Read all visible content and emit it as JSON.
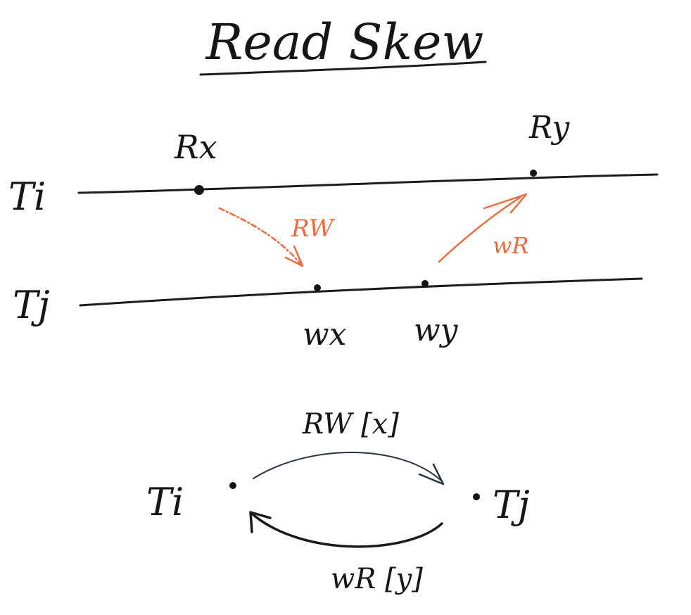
{
  "title": "Read Skew",
  "timeline": {
    "transactions": [
      {
        "label": "Ti"
      },
      {
        "label": "Tj"
      }
    ],
    "operations": [
      {
        "label": "Rx",
        "transaction": "Ti",
        "order": 1
      },
      {
        "label": "Ry",
        "transaction": "Ti",
        "order": 4
      },
      {
        "label": "wx",
        "transaction": "Tj",
        "order": 2
      },
      {
        "label": "wy",
        "transaction": "Tj",
        "order": 3
      }
    ],
    "dependencies": [
      {
        "label": "RW",
        "from": "Rx",
        "to": "wx",
        "color": "#f06a3c"
      },
      {
        "label": "wR",
        "from": "wy",
        "to": "Ry",
        "color": "#f06a3c"
      }
    ]
  },
  "graph": {
    "nodes": [
      {
        "label": "Ti"
      },
      {
        "label": "Tj"
      }
    ],
    "edges": [
      {
        "label": "RW [x]",
        "from": "Ti",
        "to": "Tj"
      },
      {
        "label": "wR [y]",
        "from": "Tj",
        "to": "Ti"
      }
    ]
  },
  "colors": {
    "ink": "#1c1c1c",
    "highlight": "#f06a3c",
    "background": "#ffffff"
  }
}
